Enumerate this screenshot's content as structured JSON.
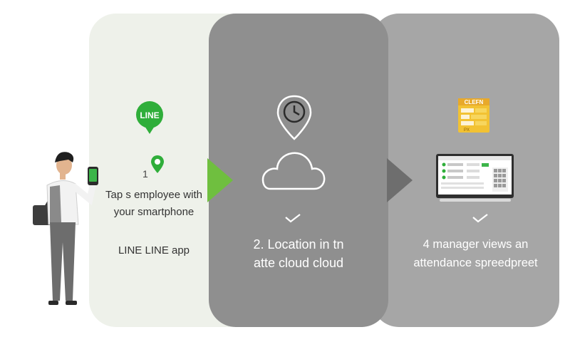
{
  "step1": {
    "badge_text": "LINE",
    "number": "1",
    "line1": "Tap s employee with",
    "line2": "your smartphone",
    "app_label": "LINE LINE app"
  },
  "step2": {
    "line1": "2. Location in tn",
    "line2": "atte cloud cloud"
  },
  "step3": {
    "sheet_label": "CLEFN",
    "sheet_sub": "PX",
    "line1": "4 manager views an",
    "line2": "attendance spreedpreet"
  },
  "colors": {
    "line_green": "#2fae3a",
    "panel1_bg": "#eef1ea",
    "panel2_bg": "#8f8f8f",
    "panel3_bg": "#a6a6a6",
    "spreadsheet_yellow": "#f2c233"
  }
}
